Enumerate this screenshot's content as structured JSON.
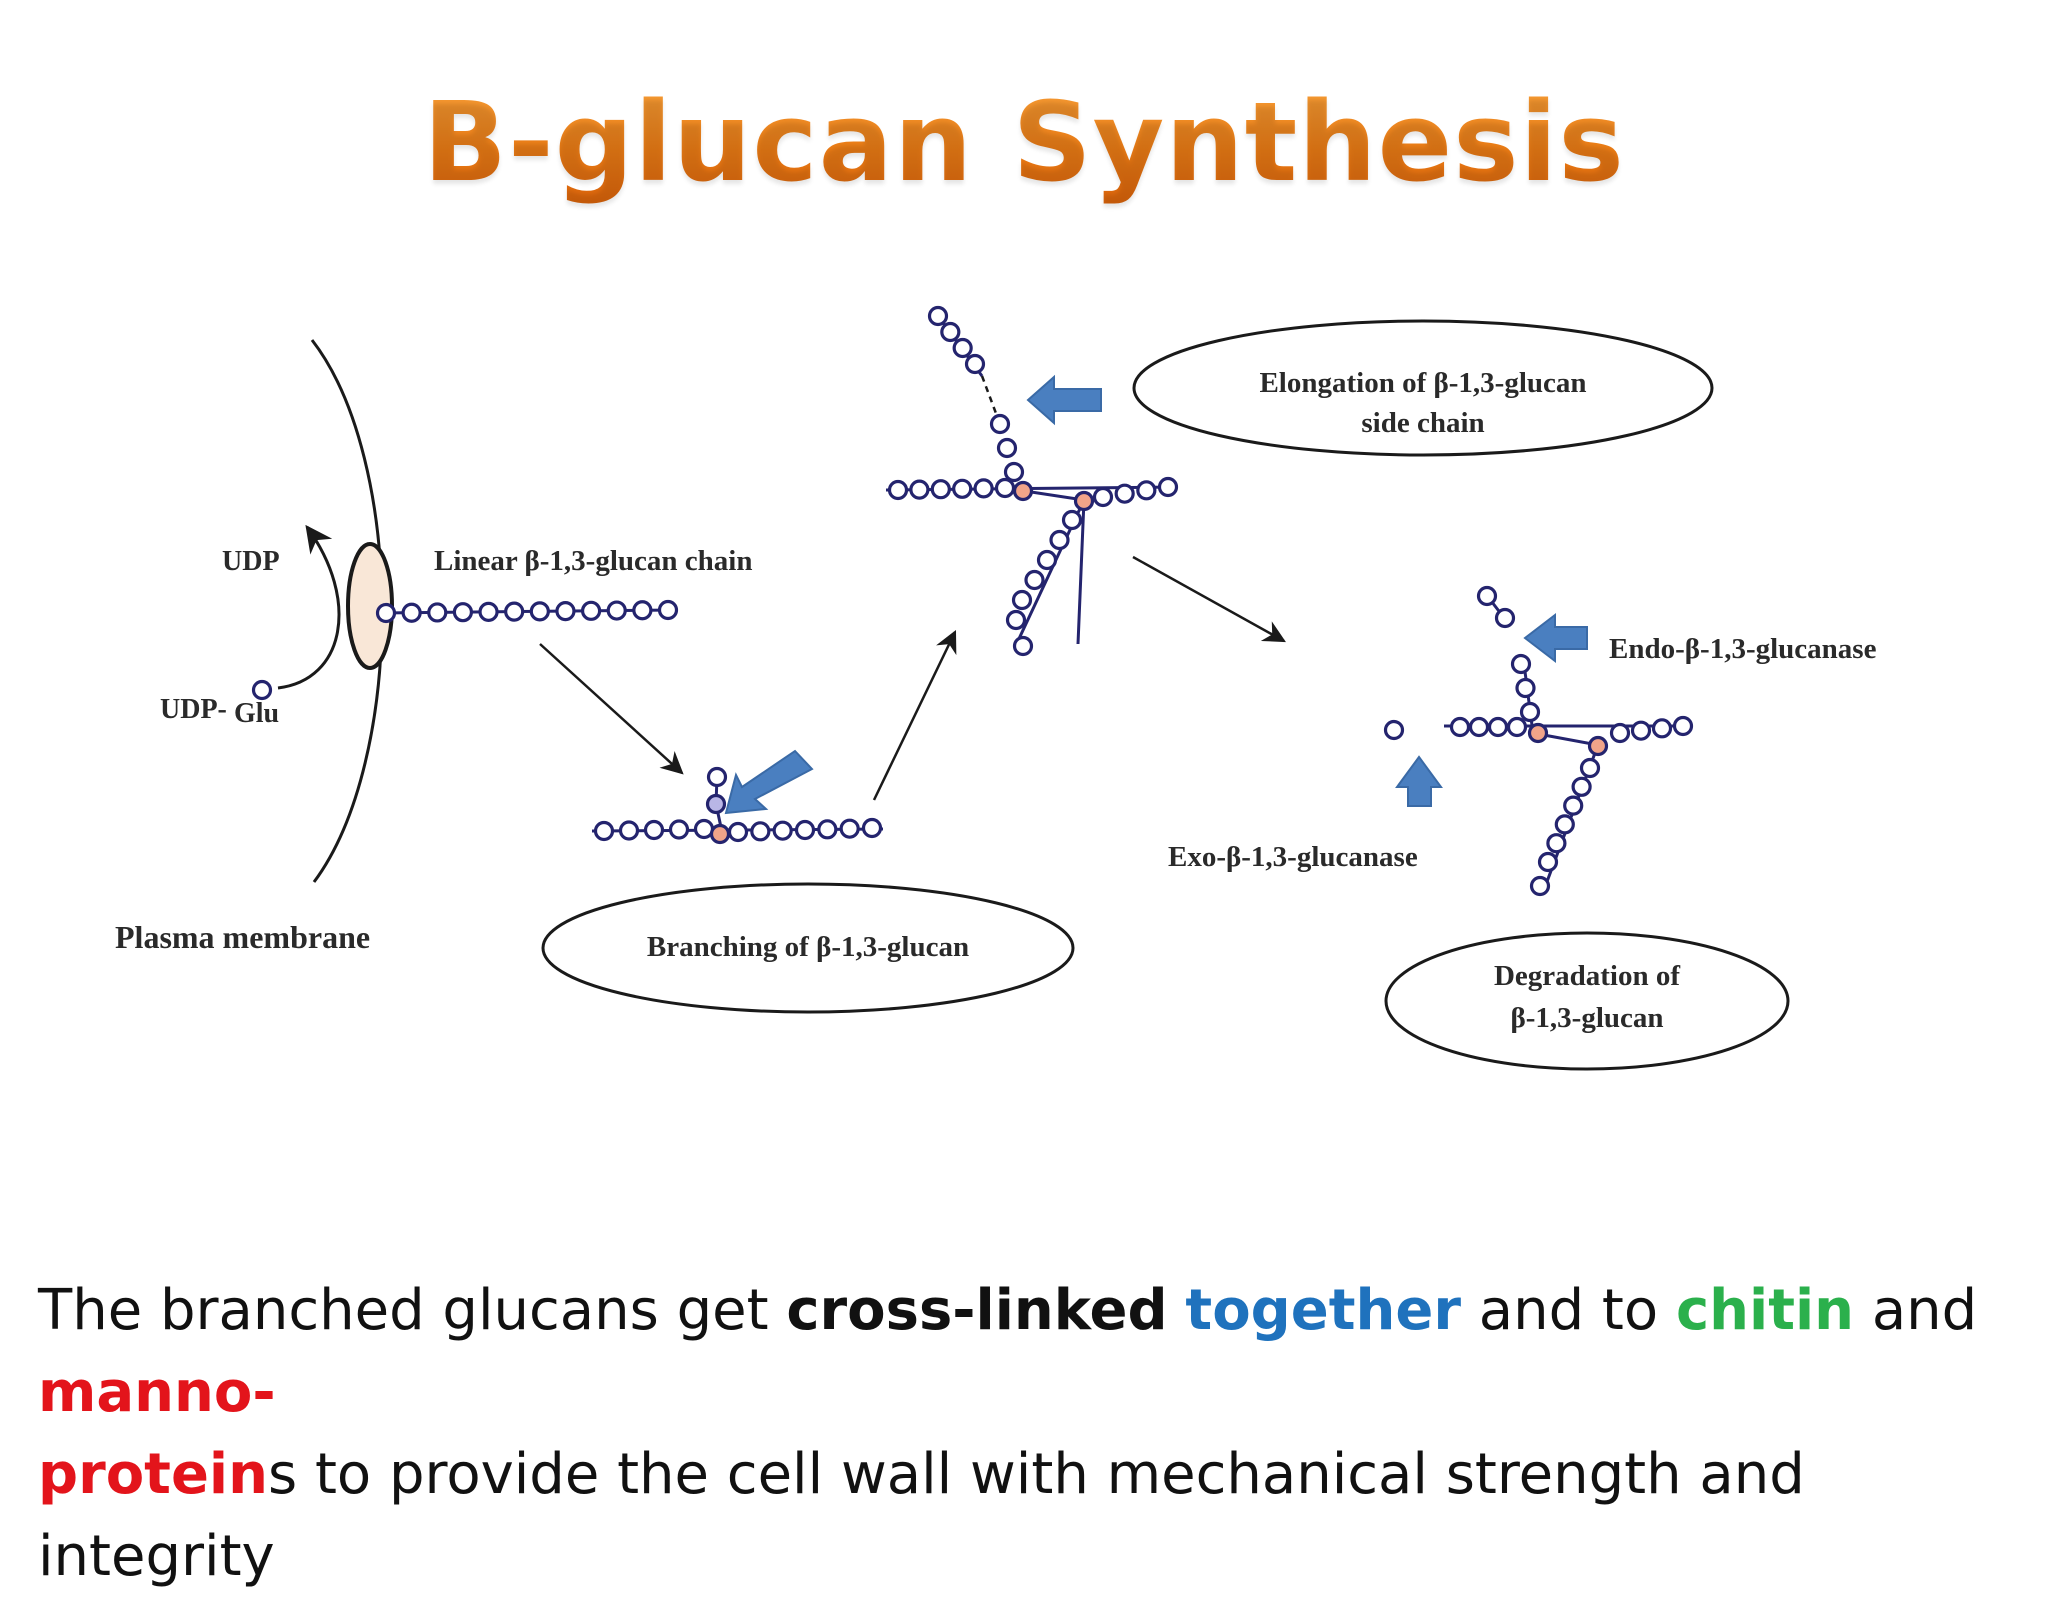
{
  "slide": {
    "title": "B-glucan Synthesis"
  },
  "diagram": {
    "membrane_label": "Plasma membrane",
    "udp_label": "UDP",
    "udp_glu_prefix": "UDP-",
    "glu_label": "Glu",
    "linear_chain_label": "Linear β-1,3-glucan  chain",
    "branching_label": "Branching of β-1,3-glucan",
    "elongation_label_line1": "Elongation of β-1,3-glucan",
    "elongation_label_line2": "side chain",
    "endo_label": "Endo-β-1,3-glucanase",
    "exo_label": "Exo-β-1,3-glucanase",
    "degradation_label_line1": "Degradation of",
    "degradation_label_line2": "β-1,3-glucan"
  },
  "colors": {
    "glucose_ring": "#24246e",
    "branch_point": "#f1a489",
    "new_unit": "#b9b6e6",
    "enzyme_arrow": "#4a7fc0",
    "title": "#ea7c16"
  },
  "caption": {
    "p1": "The branched glucans get ",
    "p2": "cross-linked",
    "p3": " ",
    "p4": "together",
    "p5": " and to ",
    "p6": "chitin",
    "p7": " and ",
    "p8": "manno-",
    "p9": "protein",
    "p10": "s to provide the cell wall with mechanical strength and integrity"
  }
}
